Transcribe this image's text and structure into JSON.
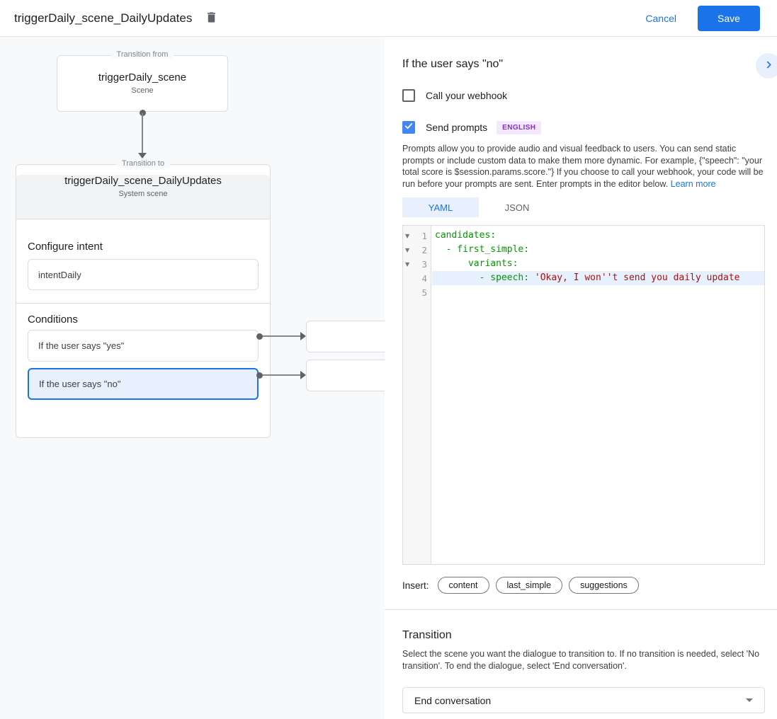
{
  "header": {
    "title": "triggerDaily_scene_DailyUpdates",
    "cancel_label": "Cancel",
    "save_label": "Save"
  },
  "flow": {
    "from_box": {
      "legend": "Transition from",
      "title": "triggerDaily_scene",
      "subtitle": "Scene"
    },
    "to_box": {
      "legend": "Transition to",
      "title": "triggerDaily_scene_DailyUpdates",
      "subtitle": "System scene",
      "intent_section_label": "Configure intent",
      "intent_value": "intentDaily",
      "conditions_label": "Conditions",
      "conditions": [
        {
          "label": "If the user says \"yes\"",
          "selected": false
        },
        {
          "label": "If the user says \"no\"",
          "selected": true
        }
      ]
    }
  },
  "panel": {
    "title": "If the user says \"no\"",
    "webhook_checkbox": {
      "label": "Call your webhook",
      "checked": false
    },
    "prompts_checkbox": {
      "label": "Send prompts",
      "checked": true,
      "badge": "ENGLISH"
    },
    "description": "Prompts allow you to provide audio and visual feedback to users. You can send static prompts or include custom data to make them more dynamic. For example, {\"speech\": \"your total score is $session.params.score.\"} If you choose to call your webhook, your code will be run before your prompts are sent. Enter prompts in the editor below. ",
    "learn_more_label": "Learn more",
    "tabs": [
      {
        "label": "YAML",
        "active": true
      },
      {
        "label": "JSON",
        "active": false
      }
    ],
    "editor": {
      "lines": [
        {
          "num": "1",
          "fold": "▼",
          "indent": "",
          "key": "candidates:",
          "value": ""
        },
        {
          "num": "2",
          "fold": "▼",
          "indent": "  ",
          "key": "- first_simple:",
          "value": ""
        },
        {
          "num": "3",
          "fold": "▼",
          "indent": "      ",
          "key": "variants:",
          "value": ""
        },
        {
          "num": "4",
          "fold": "",
          "indent": "        ",
          "key": "- speech: ",
          "value": "'Okay, I won''t send you daily update"
        },
        {
          "num": "5",
          "fold": "",
          "indent": "",
          "key": "",
          "value": ""
        }
      ]
    },
    "insert": {
      "label": "Insert:",
      "chips": [
        "content",
        "last_simple",
        "suggestions"
      ]
    },
    "transition": {
      "title": "Transition",
      "description": "Select the scene you want the dialogue to transition to. If no transition is needed, select 'No transition'. To end the dialogue, select 'End conversation'.",
      "value": "End conversation"
    }
  },
  "colors": {
    "accent_blue": "#1a73e8",
    "checkbox_checked": "#4285f4",
    "selected_condition_bg": "#e8f0fe",
    "selected_condition_border": "#1a73e8",
    "badge_bg": "#f3e8fd",
    "badge_text": "#8430ce",
    "tab_active_bg": "#e8f0fe",
    "code_key_green": "#009900",
    "code_string_red": "#aa1111",
    "active_line_bg": "#e7f1fd",
    "canvas_bg": "#f8f9fa"
  }
}
